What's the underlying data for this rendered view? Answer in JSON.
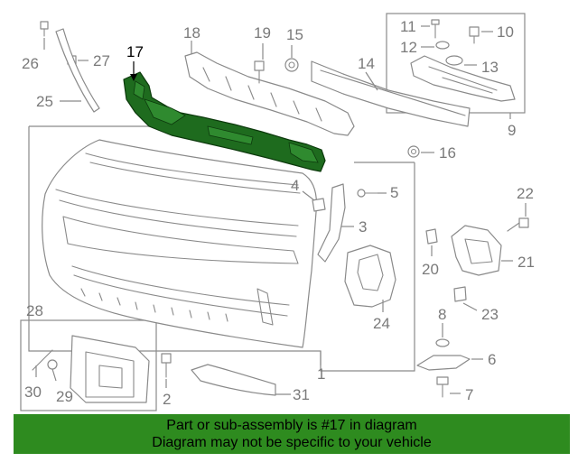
{
  "highlight_part": "17",
  "callouts": [
    {
      "id": "c26",
      "label": "26",
      "highlight": false
    },
    {
      "id": "c27",
      "label": "27",
      "highlight": false
    },
    {
      "id": "c25",
      "label": "25",
      "highlight": false
    },
    {
      "id": "c17",
      "label": "17",
      "highlight": true
    },
    {
      "id": "c18",
      "label": "18",
      "highlight": false
    },
    {
      "id": "c19",
      "label": "19",
      "highlight": false
    },
    {
      "id": "c15",
      "label": "15",
      "highlight": false
    },
    {
      "id": "c14",
      "label": "14",
      "highlight": false
    },
    {
      "id": "c11",
      "label": "11",
      "highlight": false
    },
    {
      "id": "c10",
      "label": "10",
      "highlight": false
    },
    {
      "id": "c12",
      "label": "12",
      "highlight": false
    },
    {
      "id": "c13",
      "label": "13",
      "highlight": false
    },
    {
      "id": "c9",
      "label": "9",
      "highlight": false
    },
    {
      "id": "c16",
      "label": "16",
      "highlight": false
    },
    {
      "id": "c4",
      "label": "4",
      "highlight": false
    },
    {
      "id": "c5",
      "label": "5",
      "highlight": false
    },
    {
      "id": "c3",
      "label": "3",
      "highlight": false
    },
    {
      "id": "c22",
      "label": "22",
      "highlight": false
    },
    {
      "id": "c21",
      "label": "21",
      "highlight": false
    },
    {
      "id": "c24",
      "label": "24",
      "highlight": false
    },
    {
      "id": "c20",
      "label": "20",
      "highlight": false
    },
    {
      "id": "c23",
      "label": "23",
      "highlight": false
    },
    {
      "id": "c8",
      "label": "8",
      "highlight": false
    },
    {
      "id": "c6",
      "label": "6",
      "highlight": false
    },
    {
      "id": "c7",
      "label": "7",
      "highlight": false
    },
    {
      "id": "c1",
      "label": "1",
      "highlight": false
    },
    {
      "id": "c28",
      "label": "28",
      "highlight": false
    },
    {
      "id": "c30",
      "label": "30",
      "highlight": false
    },
    {
      "id": "c29",
      "label": "29",
      "highlight": false
    },
    {
      "id": "c2",
      "label": "2",
      "highlight": false
    },
    {
      "id": "c31",
      "label": "31",
      "highlight": false
    }
  ],
  "banner": {
    "line1": "Part or sub-assembly is #17 in diagram",
    "line2": "Diagram may not be specific to your vehicle"
  },
  "colors": {
    "banner_bg": "#2e8b1f",
    "highlight_part": "#1e6b1e",
    "line_art": "#8a8a8a",
    "callout_text": "#7a7a7a"
  }
}
